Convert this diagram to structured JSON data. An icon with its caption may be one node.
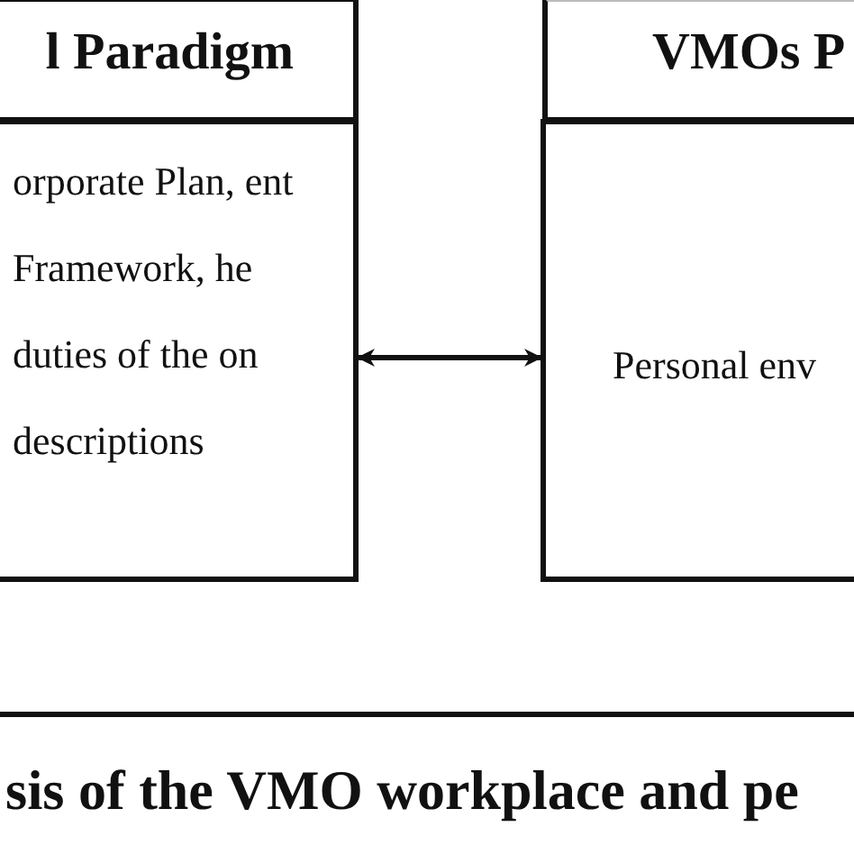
{
  "diagram": {
    "nodes": [
      {
        "text": [
          "l Paradigm"
        ]
      },
      {
        "text": [
          "orporate Plan, ent Framework, he duties of the on descriptions"
        ]
      },
      {
        "text": [
          "VMOs P"
        ]
      },
      {
        "text": [
          "Personal env"
        ]
      },
      {
        "text": [
          "sis of the VMO workplace and pe"
        ]
      }
    ],
    "edges": [
      {
        "from": 1,
        "to": 3,
        "arrow": "both"
      }
    ]
  }
}
